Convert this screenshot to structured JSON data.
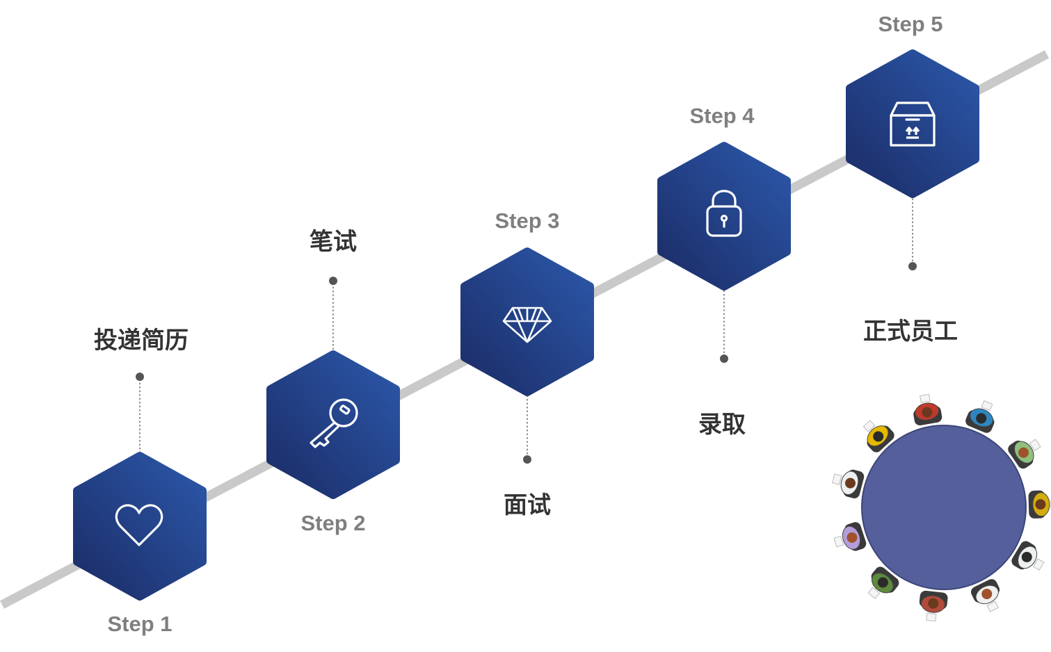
{
  "colors": {
    "line": "#c9c9c9",
    "hex_light": "#2c58aa",
    "hex_dark": "#1b2c66",
    "step_text": "#7f7f7f",
    "title_text": "#333333",
    "connector": "#555555",
    "table": "#545f9c"
  },
  "steps": [
    {
      "step": "Step 1",
      "title": "投递简历",
      "icon": "heart-icon"
    },
    {
      "step": "Step 2",
      "title": "笔试",
      "icon": "key-icon"
    },
    {
      "step": "Step 3",
      "title": "面试",
      "icon": "diamond-icon"
    },
    {
      "step": "Step 4",
      "title": "录取",
      "icon": "padlock-icon"
    },
    {
      "step": "Step 5",
      "title": "正式员工",
      "icon": "package-box-icon"
    }
  ],
  "illustration": {
    "name": "round-table-meeting-illustration",
    "people_shirt_colors": [
      "#c0392b",
      "#2e86c1",
      "#8fbf7f",
      "#d4ac0d",
      "#ecf0f1",
      "#f0f0f0",
      "#b14a3b",
      "#5d8a3c",
      "#b39ddb",
      "#ecf0f1",
      "#e6b800"
    ]
  }
}
